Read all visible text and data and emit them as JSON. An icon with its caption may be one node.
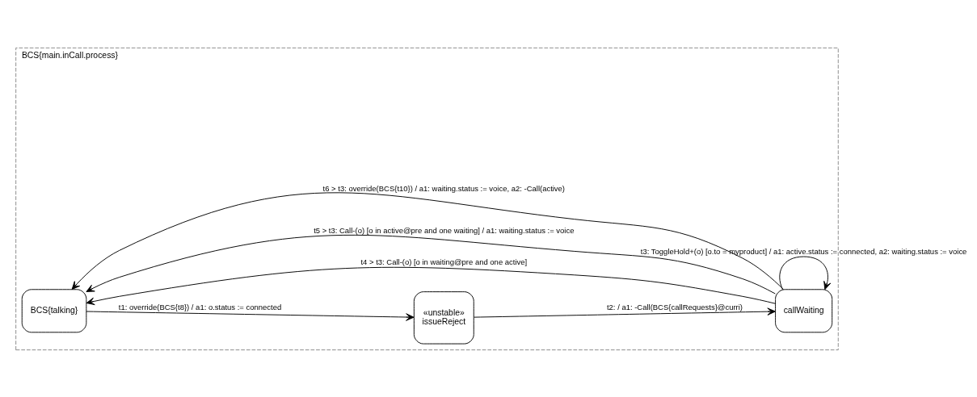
{
  "diagram": {
    "nodes": [
      {
        "text": [
          "BCS{main.inCall.process}"
        ]
      },
      {
        "text": [
          "BCS{talking}"
        ],
        "in": 0
      },
      {
        "text": [
          "«unstable»",
          "issueReject"
        ],
        "in": 0
      },
      {
        "text": [
          "callWaiting"
        ],
        "in": 0
      }
    ],
    "edges": [
      {
        "from": 1,
        "to": 2,
        "arrow": "to",
        "label": "t1: override(BCS{t8}) / a1: o.status := connected"
      },
      {
        "from": 2,
        "to": 3,
        "arrow": "to",
        "label": "t2: / a1: -Call(BCS{callRequests}@curri)"
      },
      {
        "from": 3,
        "to": 3,
        "arrow": "to",
        "label": "t3: ToggleHold+(o) [o.to = myproduct] / a1: active.status := connected, a2: waiting.status := voice"
      },
      {
        "from": 3,
        "to": 1,
        "arrow": "to",
        "label": "t4 > t3: Call-(o) [o in waiting@pre and one active]"
      },
      {
        "from": 3,
        "to": 1,
        "arrow": "to",
        "label": "t5 > t3: Call-(o) [o in active@pre and one waiting] / a1: waiting.status := voice"
      },
      {
        "from": 3,
        "to": 1,
        "arrow": "to",
        "label": "t6 > t3: override(BCS{t10}) / a1: waiting.status := voice, a2: -Call(active)"
      }
    ]
  }
}
